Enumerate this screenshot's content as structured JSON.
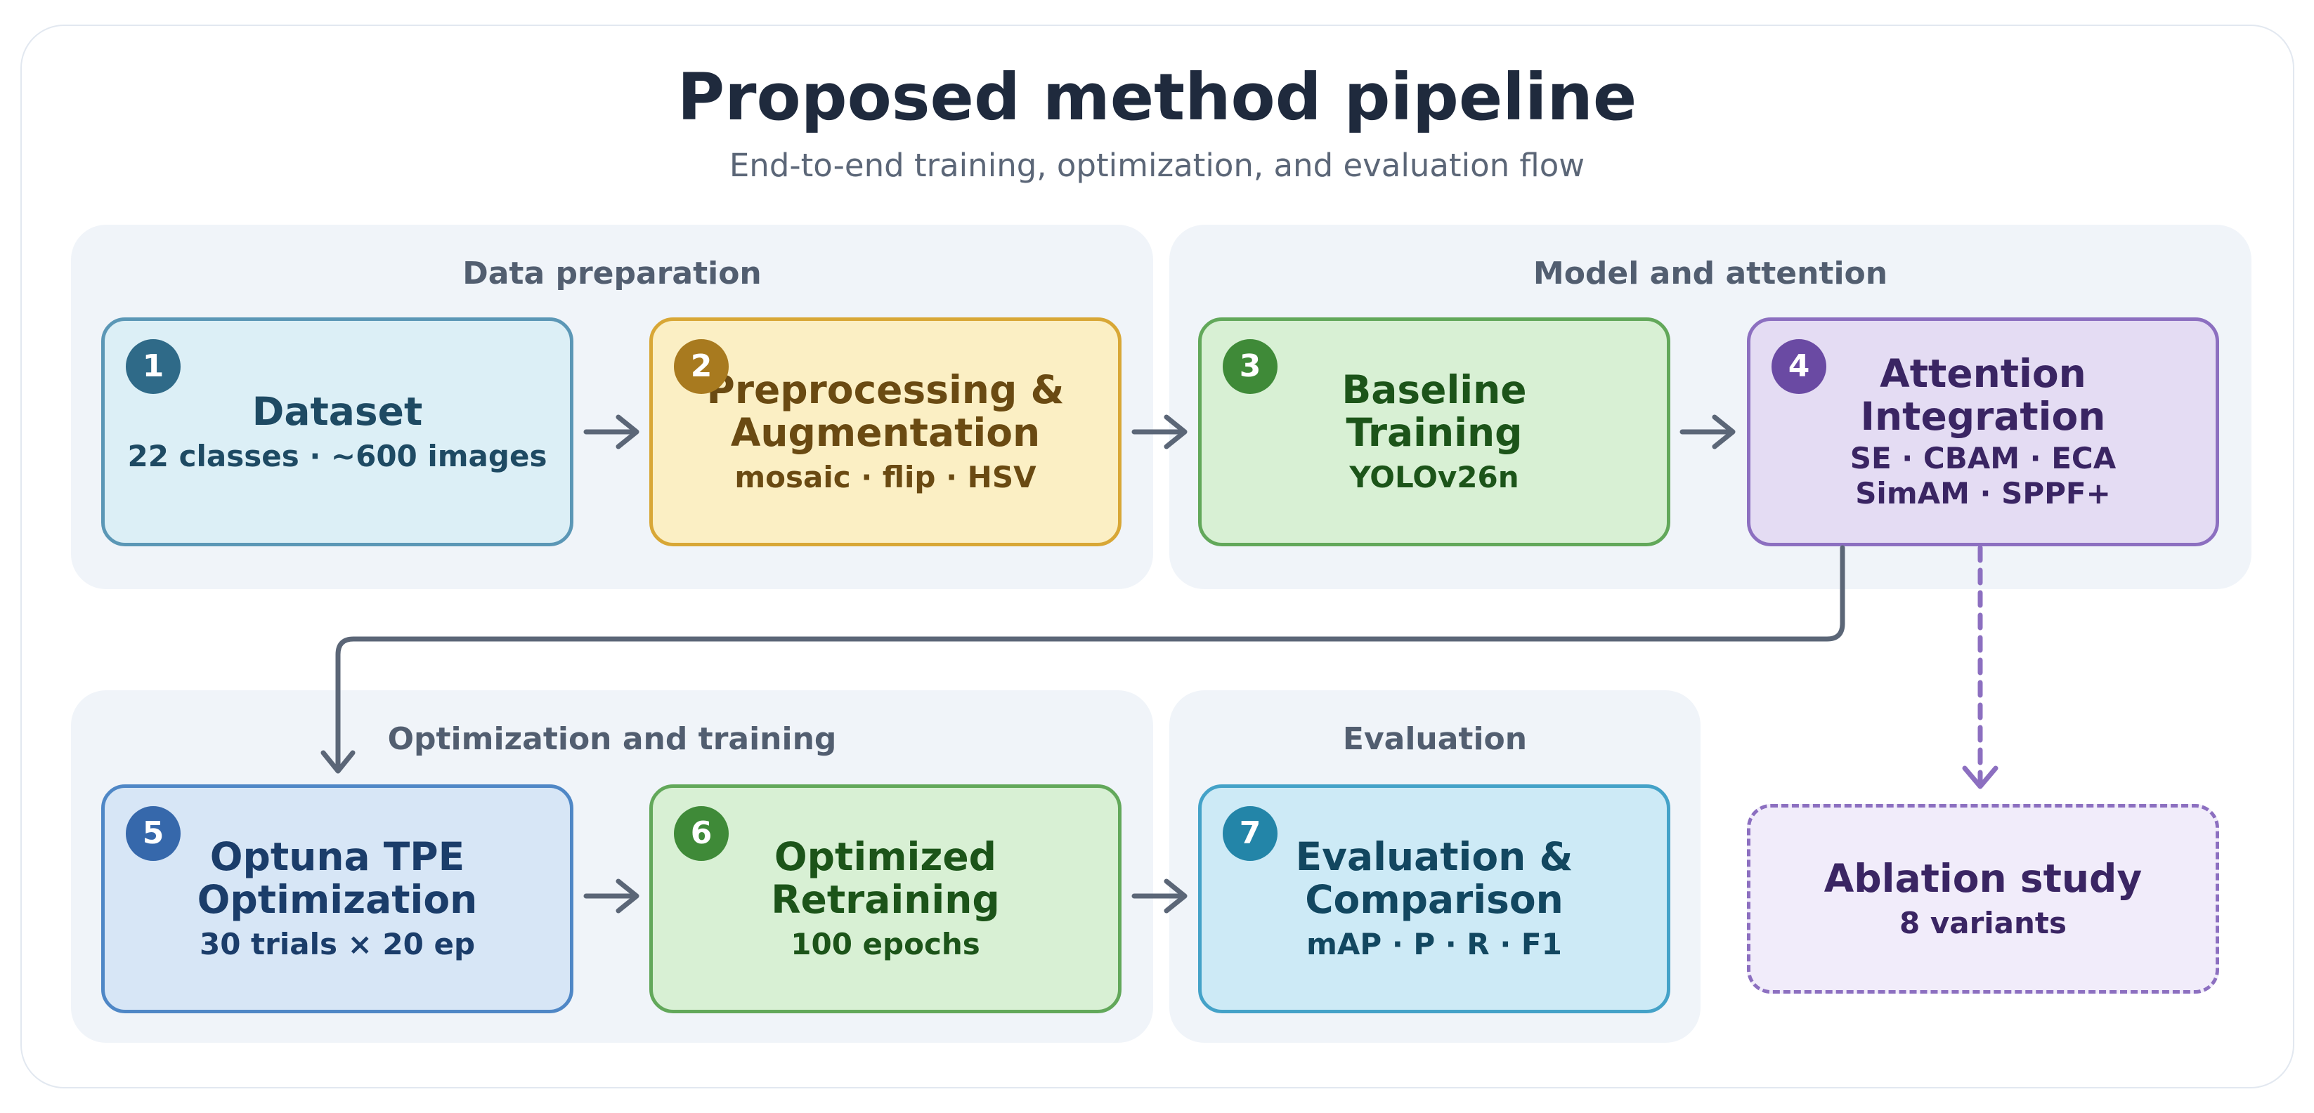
{
  "title": "Proposed method pipeline",
  "subtitle": "End-to-end training, optimization, and evaluation flow",
  "groups": {
    "data_prep": "Data preparation",
    "model_attention": "Model and attention",
    "optimization": "Optimization and training",
    "evaluation": "Evaluation"
  },
  "steps": [
    {
      "num": "1",
      "title": "Dataset",
      "sub": "22 classes · ~600 images"
    },
    {
      "num": "2",
      "title": "Preprocessing &\nAugmentation",
      "sub": "mosaic · flip · HSV"
    },
    {
      "num": "3",
      "title": "Baseline\nTraining",
      "sub": "YOLOv26n"
    },
    {
      "num": "4",
      "title": "Attention\nIntegration",
      "sub": "SE · CBAM · ECA\nSimAM · SPPF+"
    },
    {
      "num": "5",
      "title": "Optuna TPE\nOptimization",
      "sub": "30 trials × 20 ep"
    },
    {
      "num": "6",
      "title": "Optimized\nRetraining",
      "sub": "100 epochs"
    },
    {
      "num": "7",
      "title": "Evaluation &\nComparison",
      "sub": "mAP · P · R · F1"
    }
  ],
  "ablation": {
    "title": "Ablation study",
    "sub": "8 variants"
  },
  "colors": {
    "arrow": "#5b6677",
    "dashed_arrow": "#8c6fc0",
    "badge_1": "#2f6a88",
    "badge_2": "#a87a1f",
    "badge_3": "#3f8a38",
    "badge_4": "#6a4aa3",
    "badge_5": "#3668ab",
    "badge_6": "#3f8a38",
    "badge_7": "#2385a8"
  }
}
